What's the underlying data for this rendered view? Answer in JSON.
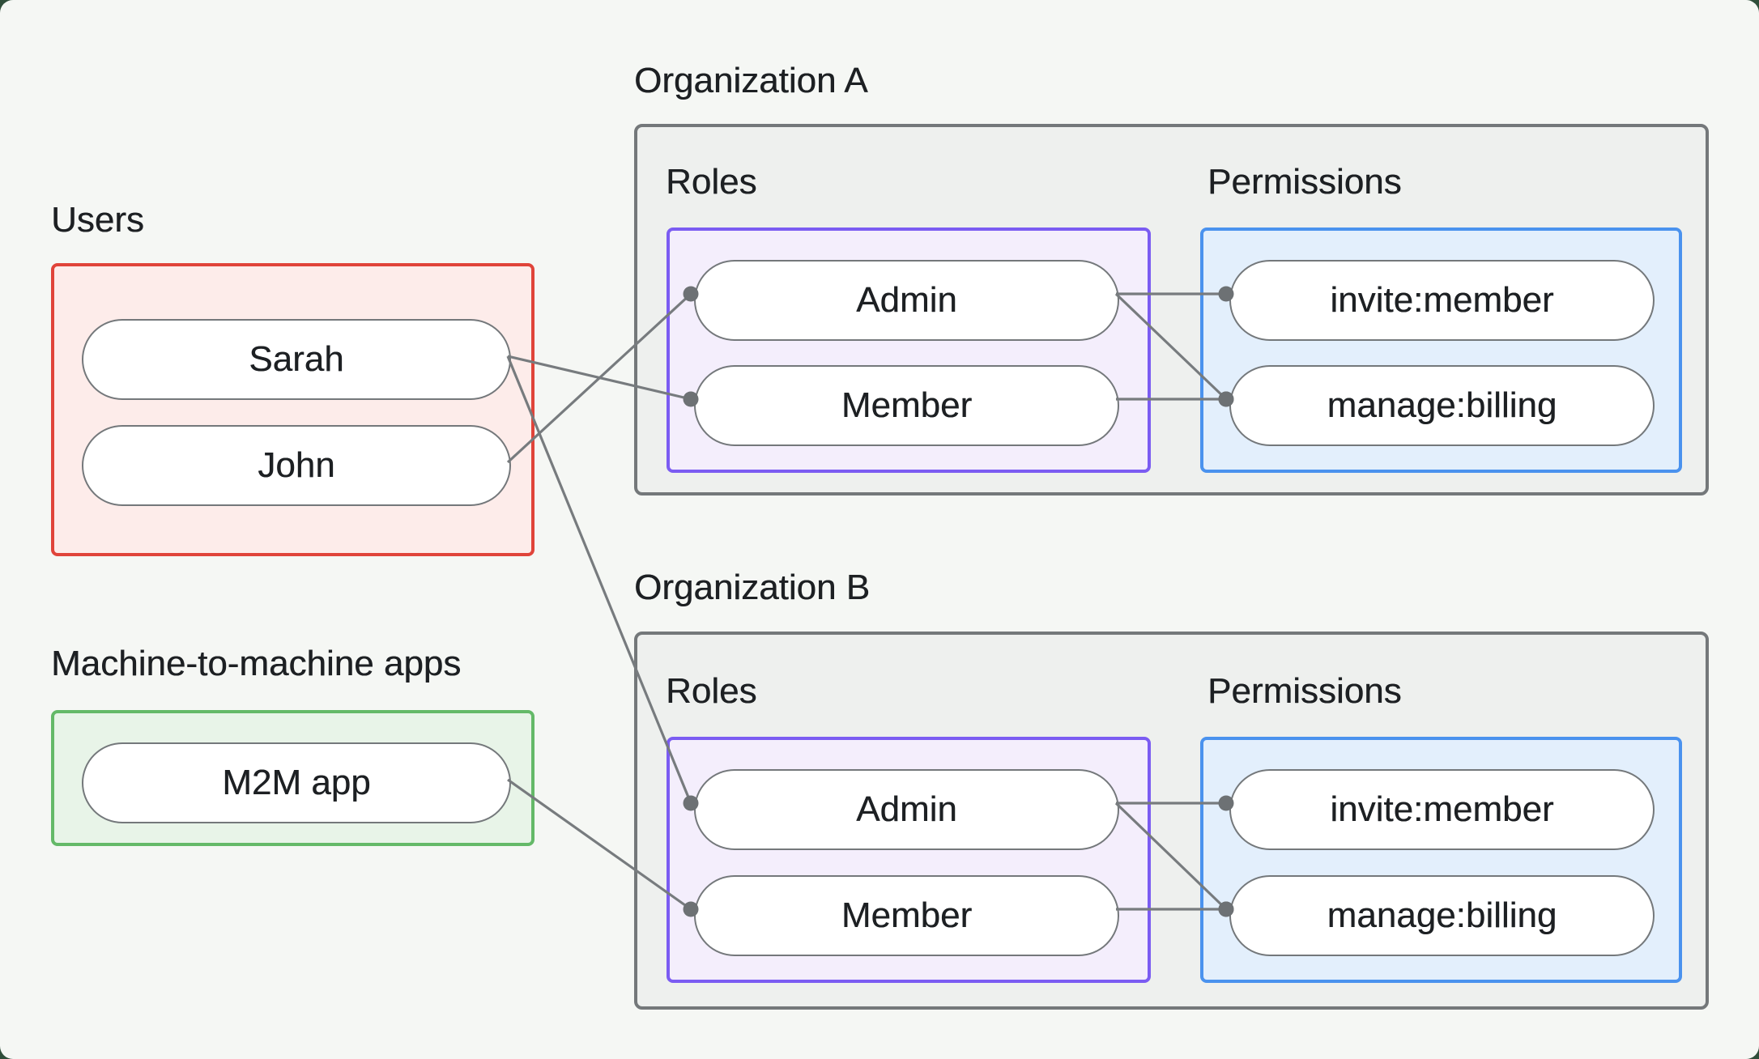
{
  "diagram": {
    "users": {
      "title": "Users",
      "items": [
        {
          "label": "Sarah"
        },
        {
          "label": "John"
        }
      ]
    },
    "m2m": {
      "title": "Machine-to-machine apps",
      "items": [
        {
          "label": "M2M app"
        }
      ]
    },
    "orgs": [
      {
        "title": "Organization A",
        "roles_label": "Roles",
        "permissions_label": "Permissions",
        "roles": [
          {
            "label": "Admin"
          },
          {
            "label": "Member"
          }
        ],
        "permissions": [
          {
            "label": "invite:member"
          },
          {
            "label": "manage:billing"
          }
        ]
      },
      {
        "title": "Organization B",
        "roles_label": "Roles",
        "permissions_label": "Permissions",
        "roles": [
          {
            "label": "Admin"
          },
          {
            "label": "Member"
          }
        ],
        "permissions": [
          {
            "label": "invite:member"
          },
          {
            "label": "manage:billing"
          }
        ]
      }
    ],
    "connections": [
      {
        "from": "sarah",
        "to": "org-a-member"
      },
      {
        "from": "john",
        "to": "org-a-admin"
      },
      {
        "from": "sarah",
        "to": "org-b-admin"
      },
      {
        "from": "m2m-app",
        "to": "org-b-member"
      },
      {
        "from": "org-a-admin",
        "to": "org-a-invite-member"
      },
      {
        "from": "org-a-admin",
        "to": "org-a-manage-billing"
      },
      {
        "from": "org-a-member",
        "to": "org-a-manage-billing"
      },
      {
        "from": "org-b-admin",
        "to": "org-b-invite-member"
      },
      {
        "from": "org-b-admin",
        "to": "org-b-manage-billing"
      },
      {
        "from": "org-b-member",
        "to": "org-b-manage-billing"
      }
    ],
    "colors": {
      "canvas": "#f5f7f4",
      "frame": "#2f4e3a",
      "text": "#1d2023",
      "org_bg": "#eef0ee",
      "org_border": "#74787a",
      "users_bg": "#fdecea",
      "users_border": "#e0443a",
      "m2m_bg": "#e8f4e8",
      "m2m_border": "#64b968",
      "roles_bg": "#f4eefc",
      "roles_border": "#7b5cf2",
      "permissions_bg": "#e3effc",
      "permissions_border": "#4a92ee",
      "pill_bg": "#ffffff",
      "pill_border": "#74787b",
      "connector": "#777b7e",
      "connector_dot": "#6d7174"
    }
  }
}
